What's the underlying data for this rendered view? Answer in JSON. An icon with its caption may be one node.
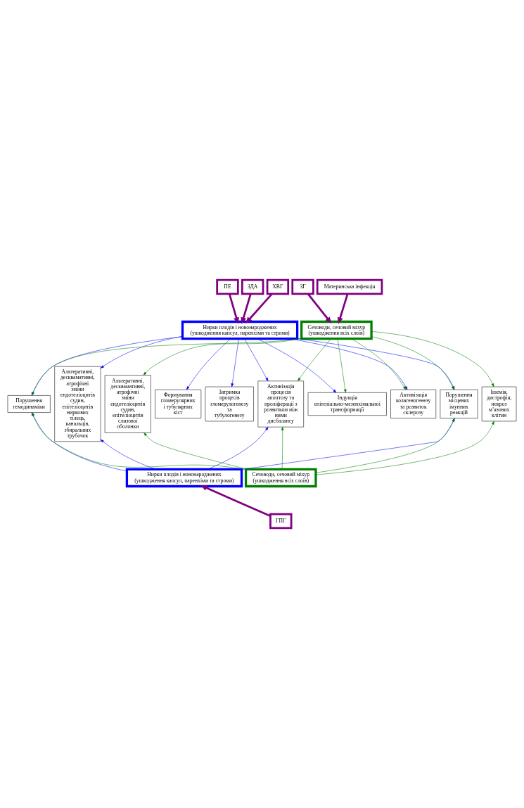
{
  "diagram": {
    "nodes": [
      {
        "text": [
          "ПЕ"
        ]
      },
      {
        "text": [
          "ЗДА"
        ]
      },
      {
        "text": [
          "ХВГ"
        ]
      },
      {
        "text": [
          "ЗГ"
        ]
      },
      {
        "text": [
          "Материнська інфекція"
        ]
      },
      {
        "text": [
          "Нирки плодів і новонароджених (ушкодження капсул, паренхіми та строми)"
        ]
      },
      {
        "text": [
          "Сечоводи, сечовий міхур (ушкодження всіх слоїв)"
        ]
      },
      {
        "text": [
          "Порушення гемодинаміки"
        ]
      },
      {
        "text": [
          "Альтеративні, десквамативні, атрофічні зміни ендотеліоцитів судин, епітеліоцитів ниркових тілець, канальців, збиральних трубочок"
        ]
      },
      {
        "text": [
          "Альтеративні, десквамативні, атрофічні зміни ендотеліоцитів судин, епітеліоцитів слизової оболонки"
        ]
      },
      {
        "text": [
          "Формування гломерулярних і тубулярних кіст"
        ]
      },
      {
        "text": [
          "Затримка процесів гломерулогенезу та тубулогенезу"
        ]
      },
      {
        "text": [
          "Активізація процесів апоптозу та проліферації з розвитком між ними дисбалансу"
        ]
      },
      {
        "text": [
          "Індукція епітеліально-мезенхімальної трансформації"
        ]
      },
      {
        "text": [
          "Активізація колагеногенезу та розвиток склерозу"
        ]
      },
      {
        "text": [
          "Порушення місцевих імунних реакцій"
        ]
      },
      {
        "text": [
          "Ішемія, дистрофія, некроз м’язових клітин"
        ]
      },
      {
        "text": [
          "Нирки плодів і новонароджених (ушкодження капсул, паренхіми та строми)"
        ]
      },
      {
        "text": [
          "Сечоводи, сечовий міхур (ушкодження всіх слоїв)"
        ]
      },
      {
        "text": [
          "ГПГ"
        ]
      }
    ],
    "edges": [
      {
        "from": 0,
        "to": 5,
        "arrow": "to",
        "style": "thick",
        "color": "#800080"
      },
      {
        "from": 1,
        "to": 5,
        "arrow": "to",
        "style": "thick",
        "color": "#800080"
      },
      {
        "from": 2,
        "to": 5,
        "arrow": "to",
        "style": "thick",
        "color": "#800080"
      },
      {
        "from": 3,
        "to": 6,
        "arrow": "to",
        "style": "thick",
        "color": "#800080"
      },
      {
        "from": 4,
        "to": 6,
        "arrow": "to",
        "style": "thick",
        "color": "#800080"
      },
      {
        "from": 5,
        "to": 7,
        "arrow": "to",
        "color": "#0000ff"
      },
      {
        "from": 5,
        "to": 8,
        "arrow": "to",
        "color": "#0000ff"
      },
      {
        "from": 5,
        "to": 10,
        "arrow": "to",
        "color": "#0000ff"
      },
      {
        "from": 5,
        "to": 11,
        "arrow": "to",
        "color": "#0000ff"
      },
      {
        "from": 5,
        "to": 12,
        "arrow": "to",
        "color": "#0000ff"
      },
      {
        "from": 5,
        "to": 13,
        "arrow": "to",
        "color": "#0000ff"
      },
      {
        "from": 5,
        "to": 14,
        "arrow": "to",
        "color": "#0000ff"
      },
      {
        "from": 5,
        "to": 15,
        "arrow": "to",
        "color": "#0000ff"
      },
      {
        "from": 6,
        "to": 7,
        "arrow": "to",
        "color": "#008000"
      },
      {
        "from": 6,
        "to": 9,
        "arrow": "to",
        "color": "#008000"
      },
      {
        "from": 6,
        "to": 12,
        "arrow": "to",
        "color": "#008000"
      },
      {
        "from": 6,
        "to": 13,
        "arrow": "to",
        "color": "#008000"
      },
      {
        "from": 6,
        "to": 14,
        "arrow": "to",
        "color": "#008000"
      },
      {
        "from": 6,
        "to": 15,
        "arrow": "to",
        "color": "#008000"
      },
      {
        "from": 6,
        "to": 16,
        "arrow": "to",
        "color": "#008000"
      },
      {
        "from": 17,
        "to": 7,
        "arrow": "to",
        "color": "#0000ff"
      },
      {
        "from": 17,
        "to": 8,
        "arrow": "to",
        "color": "#0000ff"
      },
      {
        "from": 17,
        "to": 12,
        "arrow": "to",
        "color": "#0000ff"
      },
      {
        "from": 17,
        "to": 15,
        "arrow": "to",
        "color": "#0000ff"
      },
      {
        "from": 18,
        "to": 7,
        "arrow": "to",
        "color": "#008000"
      },
      {
        "from": 18,
        "to": 9,
        "arrow": "to",
        "color": "#008000"
      },
      {
        "from": 18,
        "to": 12,
        "arrow": "to",
        "color": "#008000"
      },
      {
        "from": 18,
        "to": 15,
        "arrow": "to",
        "color": "#008000"
      },
      {
        "from": 18,
        "to": 16,
        "arrow": "to",
        "color": "#008000"
      },
      {
        "from": 19,
        "to": 17,
        "arrow": "to",
        "style": "thick",
        "color": "#800080"
      }
    ]
  }
}
